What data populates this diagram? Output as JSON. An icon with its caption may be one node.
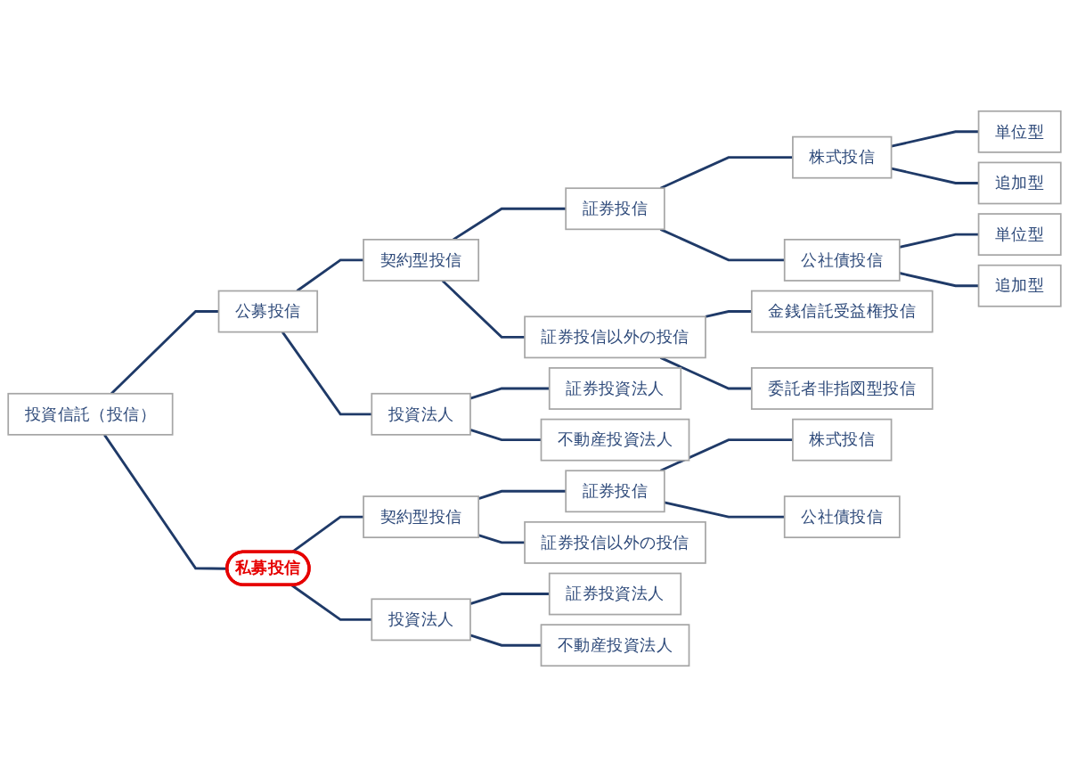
{
  "diagram": {
    "nodes": [
      {
        "text": [
          "投資信託（投信）"
        ]
      },
      {
        "text": [
          "公募投信"
        ]
      },
      {
        "text": [
          "契約型投信"
        ]
      },
      {
        "text": [
          "証券投信"
        ]
      },
      {
        "text": [
          "株式投信"
        ]
      },
      {
        "text": [
          "単位型"
        ]
      },
      {
        "text": [
          "追加型"
        ]
      },
      {
        "text": [
          "公社債投信"
        ]
      },
      {
        "text": [
          "単位型"
        ]
      },
      {
        "text": [
          "追加型"
        ]
      },
      {
        "text": [
          "証券投信以外の投信"
        ]
      },
      {
        "text": [
          "金銭信託受益権投信"
        ]
      },
      {
        "text": [
          "委託者非指図型投信"
        ]
      },
      {
        "text": [
          "投資法人"
        ]
      },
      {
        "text": [
          "証券投資法人"
        ]
      },
      {
        "text": [
          "不動産投資法人"
        ]
      },
      {
        "text": [
          "私募投信"
        ]
      },
      {
        "text": [
          "契約型投信"
        ]
      },
      {
        "text": [
          "証券投信"
        ]
      },
      {
        "text": [
          "株式投信"
        ]
      },
      {
        "text": [
          "公社債投信"
        ]
      },
      {
        "text": [
          "証券投信以外の投信"
        ]
      },
      {
        "text": [
          "投資法人"
        ]
      },
      {
        "text": [
          "証券投資法人"
        ]
      },
      {
        "text": [
          "不動産投資法人"
        ]
      }
    ],
    "edges": [
      {
        "from": 0,
        "to": 1,
        "arrow": "none"
      },
      {
        "from": 1,
        "to": 2,
        "arrow": "none"
      },
      {
        "from": 2,
        "to": 3,
        "arrow": "none"
      },
      {
        "from": 3,
        "to": 4,
        "arrow": "none"
      },
      {
        "from": 4,
        "to": 5,
        "arrow": "none"
      },
      {
        "from": 4,
        "to": 6,
        "arrow": "none"
      },
      {
        "from": 3,
        "to": 7,
        "arrow": "none"
      },
      {
        "from": 7,
        "to": 8,
        "arrow": "none"
      },
      {
        "from": 7,
        "to": 9,
        "arrow": "none"
      },
      {
        "from": 2,
        "to": 10,
        "arrow": "none"
      },
      {
        "from": 10,
        "to": 11,
        "arrow": "none"
      },
      {
        "from": 10,
        "to": 12,
        "arrow": "none"
      },
      {
        "from": 1,
        "to": 13,
        "arrow": "none"
      },
      {
        "from": 13,
        "to": 14,
        "arrow": "none"
      },
      {
        "from": 13,
        "to": 15,
        "arrow": "none"
      },
      {
        "from": 0,
        "to": 16,
        "arrow": "none"
      },
      {
        "from": 16,
        "to": 17,
        "arrow": "none"
      },
      {
        "from": 17,
        "to": 18,
        "arrow": "none"
      },
      {
        "from": 18,
        "to": 19,
        "arrow": "none"
      },
      {
        "from": 18,
        "to": 20,
        "arrow": "none"
      },
      {
        "from": 17,
        "to": 21,
        "arrow": "none"
      },
      {
        "from": 16,
        "to": 22,
        "arrow": "none"
      },
      {
        "from": 22,
        "to": 23,
        "arrow": "none"
      },
      {
        "from": 22,
        "to": 24,
        "arrow": "none"
      }
    ]
  }
}
